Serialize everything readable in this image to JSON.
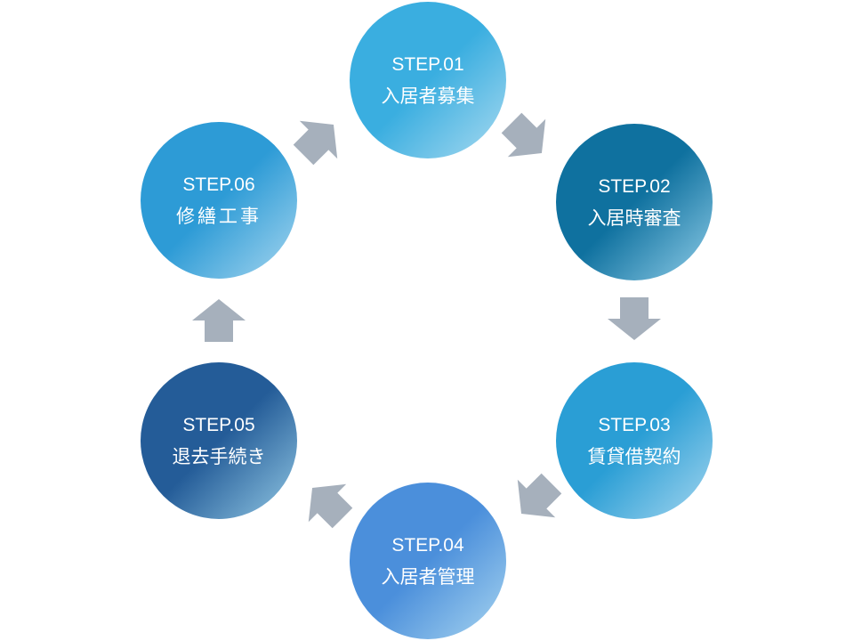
{
  "steps": [
    {
      "step": "STEP.01",
      "label": "入居者募集",
      "from": "#3aaee0",
      "to": "#a9daf0"
    },
    {
      "step": "STEP.02",
      "label": "入居時審査",
      "from": "#0f719f",
      "to": "#90cde8"
    },
    {
      "step": "STEP.03",
      "label": "賃貸借契約",
      "from": "#2a9ed5",
      "to": "#a5d6ef"
    },
    {
      "step": "STEP.04",
      "label": "入居者管理",
      "from": "#4b8fdb",
      "to": "#a8d5f0"
    },
    {
      "step": "STEP.05",
      "label": "退去手続き",
      "from": "#245c98",
      "to": "#92c8e4"
    },
    {
      "step": "STEP.06",
      "label": "修繕工事",
      "from": "#2d9bd6",
      "to": "#a6d6ef"
    }
  ],
  "arrow_color": "#a6b0bc"
}
